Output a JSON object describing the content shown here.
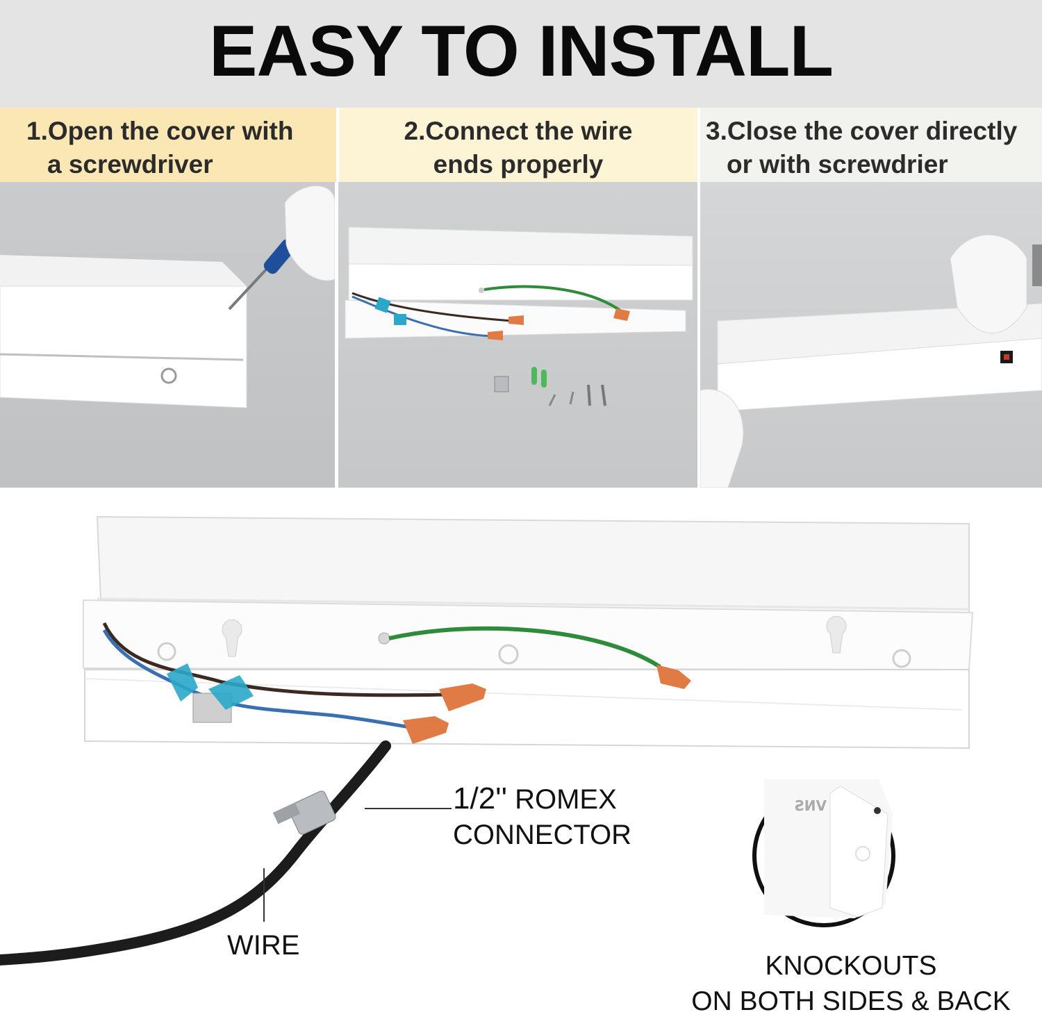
{
  "title": "EASY TO INSTALL",
  "steps": [
    {
      "line1": "1.Open the cover with",
      "line2": "a screwdriver"
    },
    {
      "line1": "2.Connect the wire",
      "line2": "ends properly"
    },
    {
      "line1": "3.Close the cover directly",
      "line2": "or with  screwdrier"
    }
  ],
  "callouts": {
    "romex_size": "1/2''",
    "romex_word": "ROMEX",
    "romex_line2": "CONNECTOR",
    "wire": "WIRE",
    "knockouts_line1": "KNOCKOUTS",
    "knockouts_line2": "ON BOTH SIDES & BACK"
  },
  "colors": {
    "header_bg": "#e4e4e4",
    "step1_bg": "#fbe7b3",
    "step2_bg": "#fdf4d6",
    "step3_bg": "#f2f2ee",
    "ground_wire": "#2e8b3a",
    "neutral_wire": "#3a6fb0",
    "hot_wire": "#3a2a22",
    "wire_nut": "#e07b45"
  }
}
